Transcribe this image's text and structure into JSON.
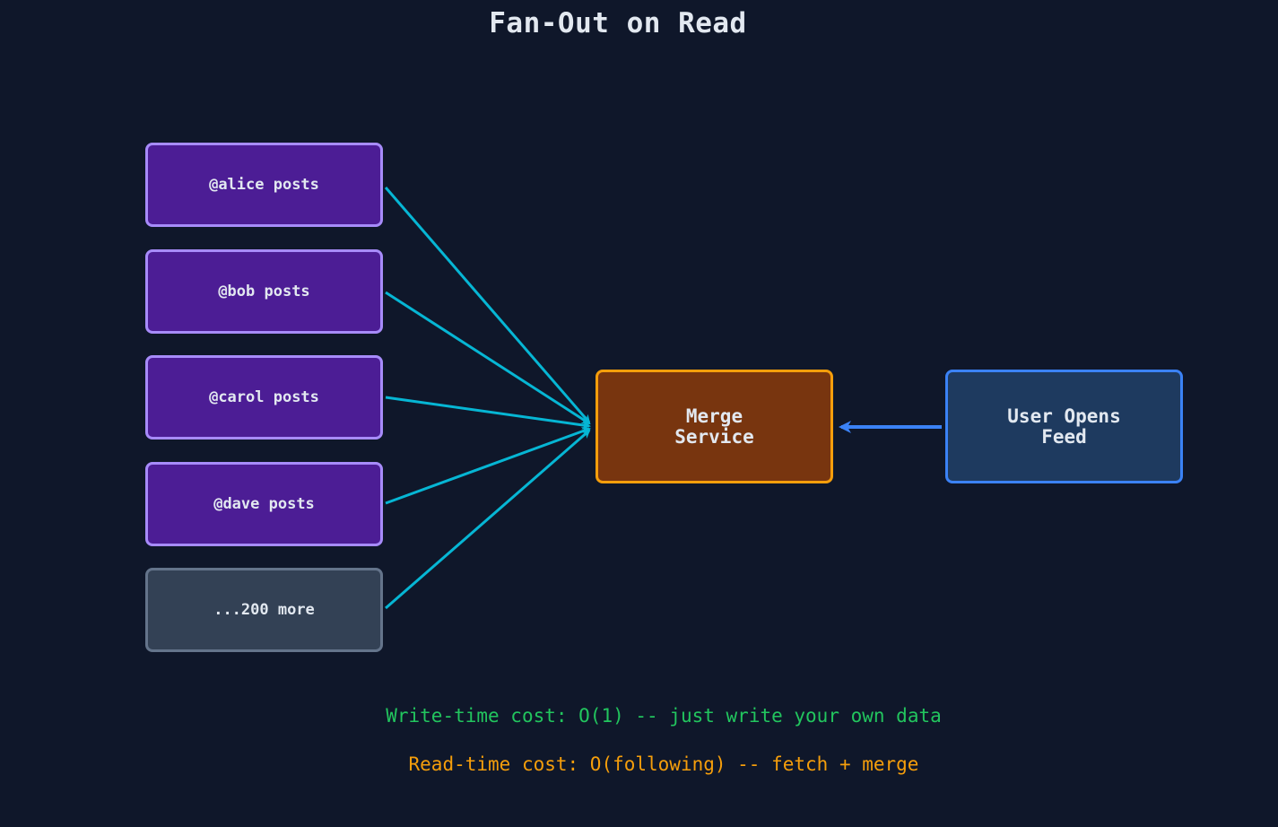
{
  "title": "Fan-Out on Read",
  "sources": [
    {
      "label": "@alice posts",
      "kind": "user"
    },
    {
      "label": "@bob posts",
      "kind": "user"
    },
    {
      "label": "@carol posts",
      "kind": "user"
    },
    {
      "label": "@dave posts",
      "kind": "user"
    },
    {
      "label": "...200 more",
      "kind": "more"
    }
  ],
  "merge": {
    "label": "Merge\nService"
  },
  "user_node": {
    "label": "User Opens\nFeed"
  },
  "notes": {
    "write_cost": "Write-time cost: O(1) -- just write your own data",
    "read_cost": "Read-time cost: O(following) -- fetch + merge"
  },
  "colors": {
    "background": "#0f172a",
    "source_border": "#a78bfa",
    "source_fill": "#4c1d95",
    "more_border": "#64748b",
    "more_fill": "#334155",
    "merge_border": "#f59e0b",
    "merge_fill": "#78350f",
    "user_border": "#3b82f6",
    "user_fill": "#1e3a5f",
    "edge": "#06b6d4",
    "user_arrow": "#3b82f6",
    "write_note": "#22c55e",
    "read_note": "#f59e0b"
  }
}
